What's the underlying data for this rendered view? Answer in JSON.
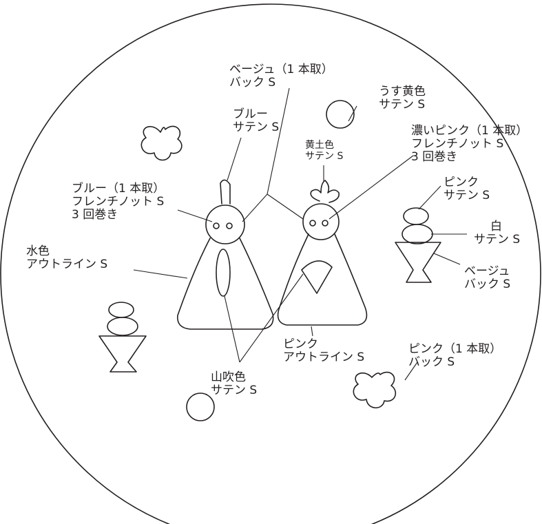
{
  "labels": {
    "beige_back_1strand": [
      "ベージュ（1 本取）",
      "バック S"
    ],
    "pale_yellow_satin": [
      "うす黄色",
      "サテン S"
    ],
    "blue_satin": [
      "ブルー",
      "サテン S"
    ],
    "ocher_satin": [
      "黄土色",
      "サテン S"
    ],
    "dark_pink_french_knot": [
      "濃いピンク（1 本取）",
      "フレンチノット S",
      "3 回巻き"
    ],
    "blue_french_knot": [
      "ブルー（1 本取）",
      "フレンチノット S",
      "3 回巻き"
    ],
    "pink_satin": [
      "ピンク",
      "サテン S"
    ],
    "white_satin": [
      "白",
      "サテン S"
    ],
    "light_blue_outline": [
      "水色",
      "アウトライン S"
    ],
    "beige_back": [
      "ベージュ",
      "バック S"
    ],
    "pink_outline": [
      "ピンク",
      "アウトライン S"
    ],
    "pink_back_1strand": [
      "ピンク（1 本取）",
      "バック S"
    ],
    "yamabuki_satin": [
      "山吹色",
      "サテン S"
    ]
  },
  "colors": {
    "line": "#231f20",
    "background": "#ffffff"
  }
}
